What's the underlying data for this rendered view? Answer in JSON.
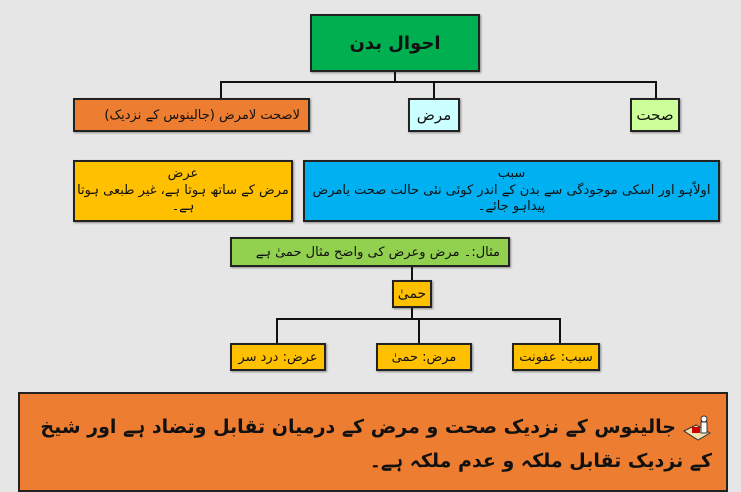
{
  "title": "احوال بدن",
  "level1": {
    "sehat": "صحت",
    "marz": "مرض",
    "la_sehat": "لاصحت لامرض (جالینوس کے نزدیک)"
  },
  "sabab": {
    "heading": "سبب",
    "text": "اولاًہو اور اسکی موجودگی سے بدن کے اندر کوئی نئی حالت صحت یامرض پیداہو جائے۔"
  },
  "araz": {
    "heading": "عرض",
    "text": "مرض کے ساتھ ہوتا ہے، غیر طبعی ہوتا ہے۔"
  },
  "example": {
    "text": "مثال:۔ مرض وعرض کی واضح مثال حمیٰ ہے",
    "center": "حمیٰ",
    "children": [
      "سبب: عفونت",
      "مرض: حمیٰ",
      "عرض: درد سر"
    ]
  },
  "note": {
    "text": "جالینوس کے نزدیک صحت و مرض کے درمیان تقابل وتضاد ہے اور شیخ کے نزدیک تقابل ملکہ و عدم ملکہ ہے۔"
  },
  "colors": {
    "title": "#00b050",
    "orange": "#ed7d31",
    "cyan": "#ccffff",
    "lightgreen": "#ccff99",
    "yellow": "#ffc000",
    "blue": "#00b0f0",
    "green": "#92d050"
  }
}
